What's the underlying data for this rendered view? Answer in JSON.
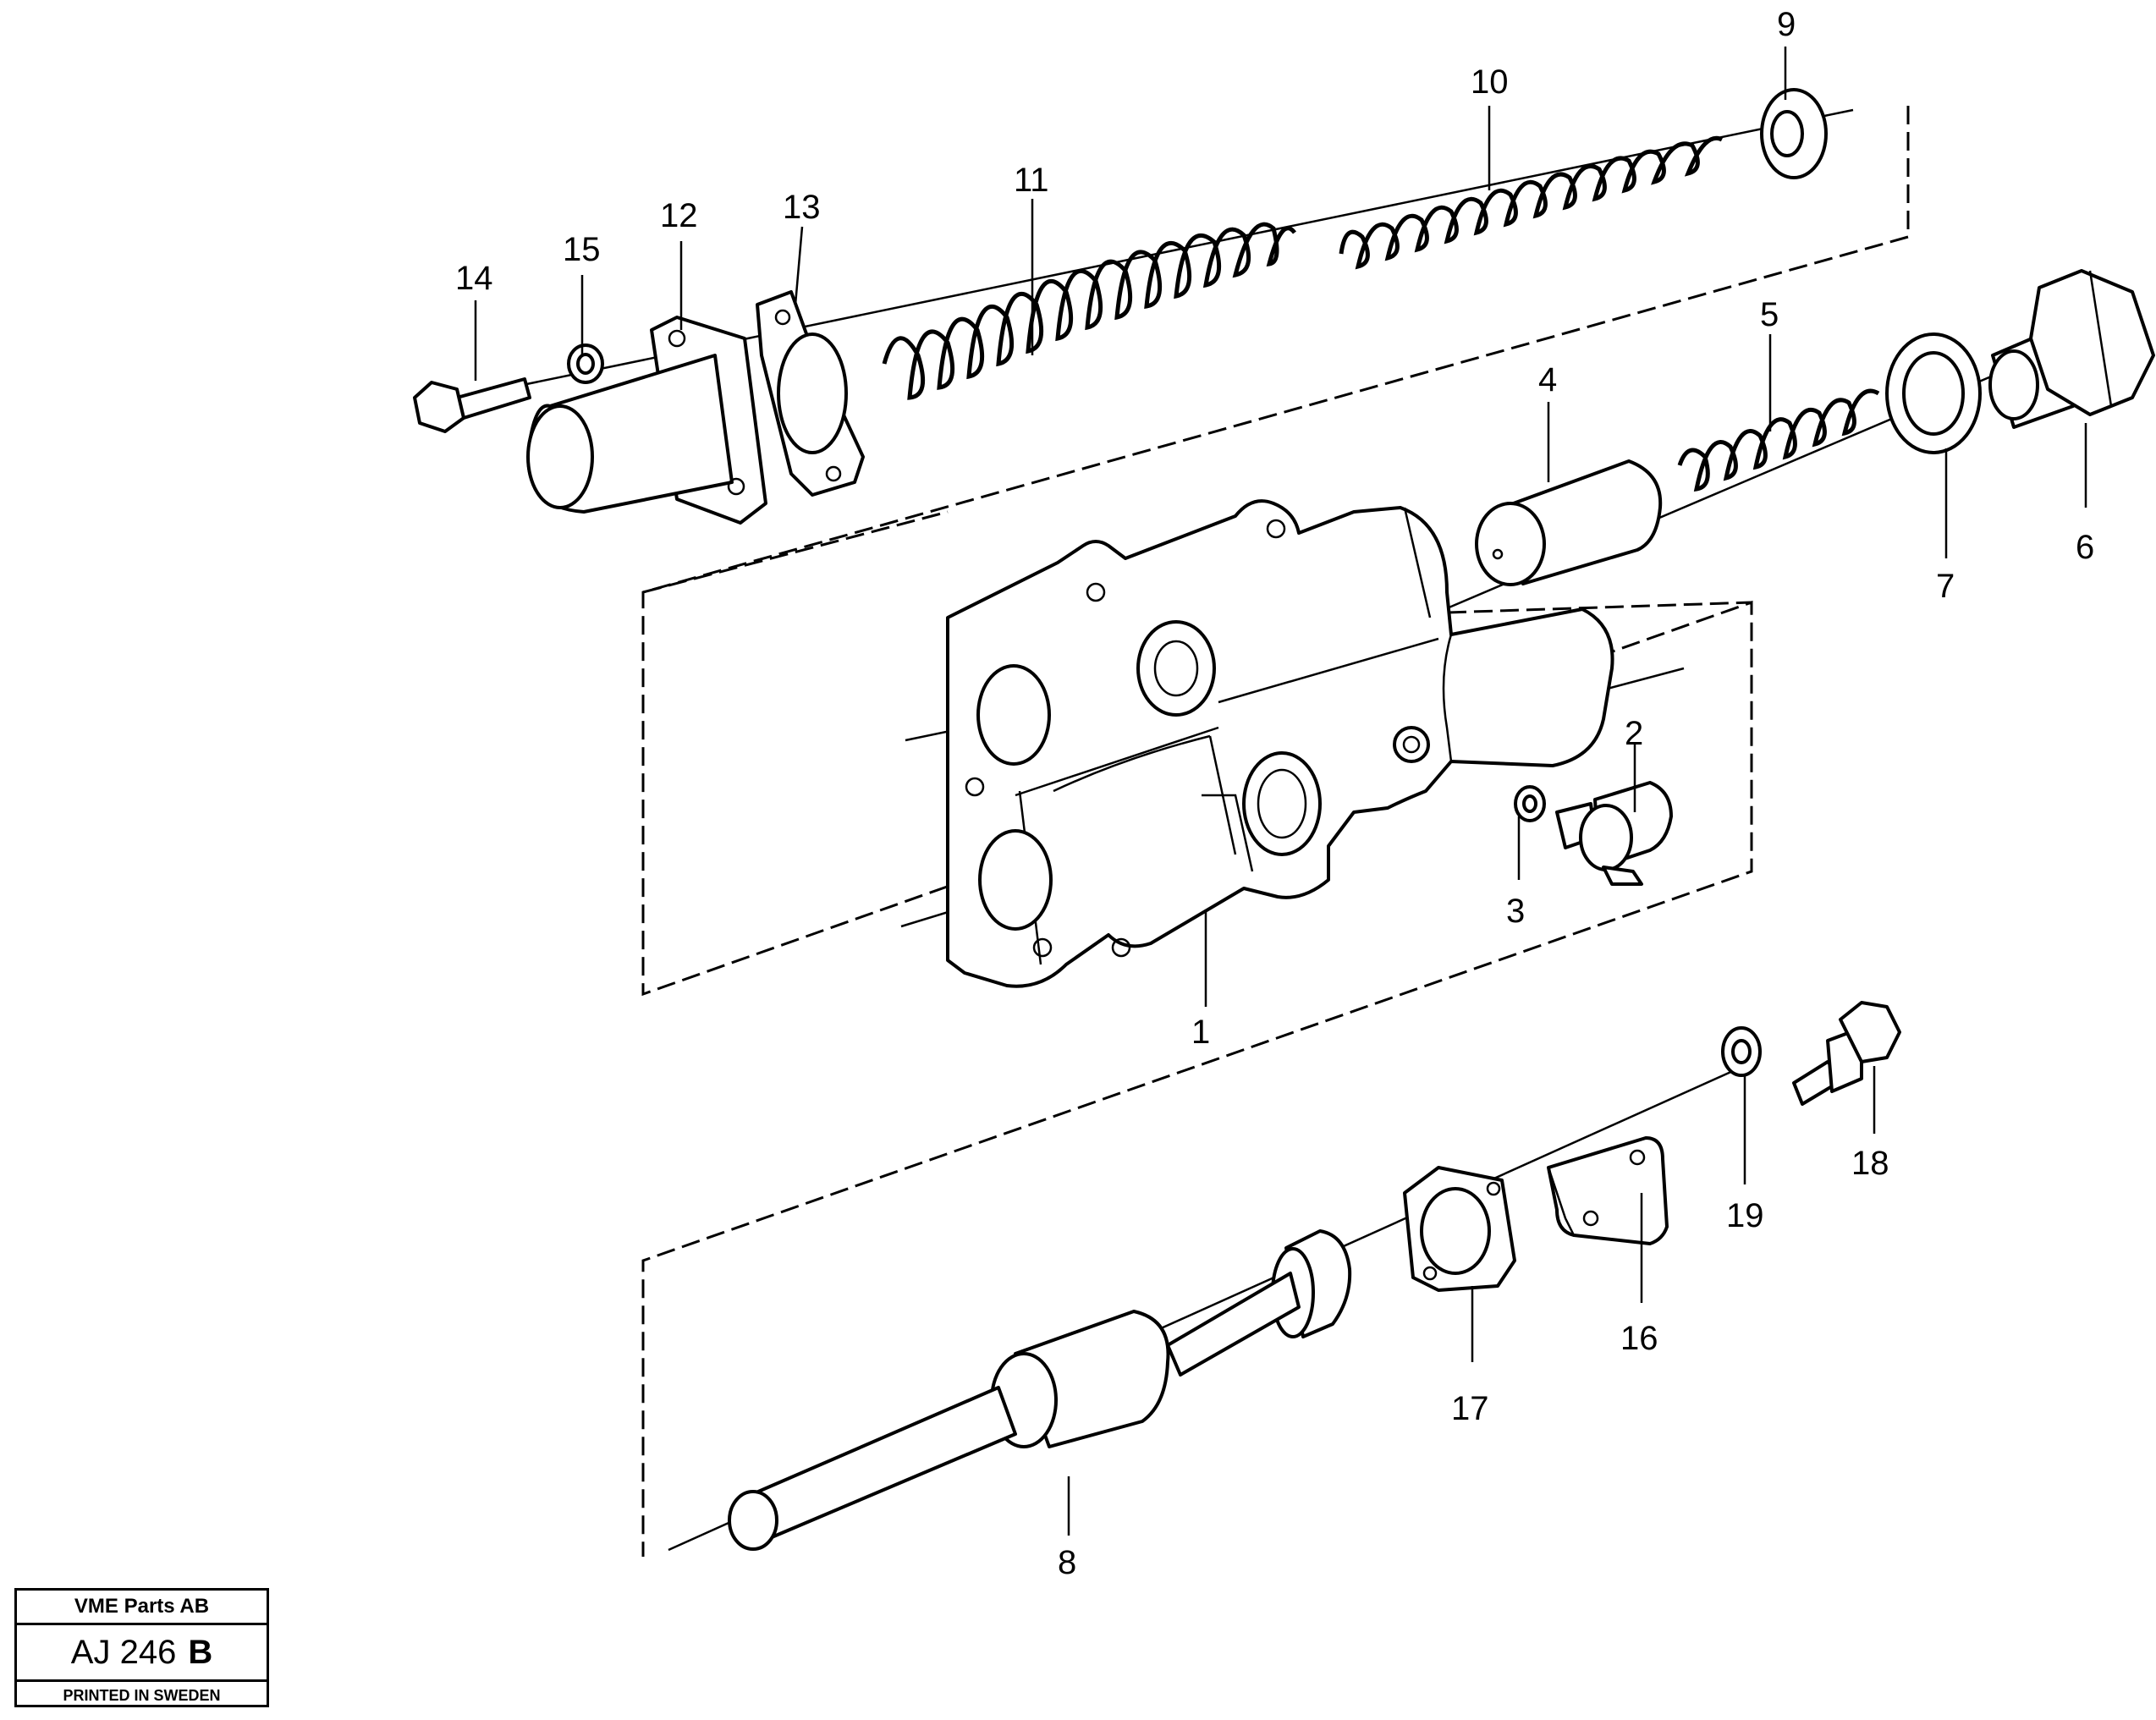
{
  "diagram": {
    "callouts": [
      "1",
      "2",
      "3",
      "4",
      "5",
      "6",
      "7",
      "8",
      "9",
      "10",
      "11",
      "12",
      "13",
      "14",
      "15",
      "16",
      "17",
      "18",
      "19"
    ]
  },
  "titleblock": {
    "company": "VME Parts AB",
    "drawing_code": "AJ 246",
    "revision": "B",
    "printed": "PRINTED IN SWEDEN"
  }
}
